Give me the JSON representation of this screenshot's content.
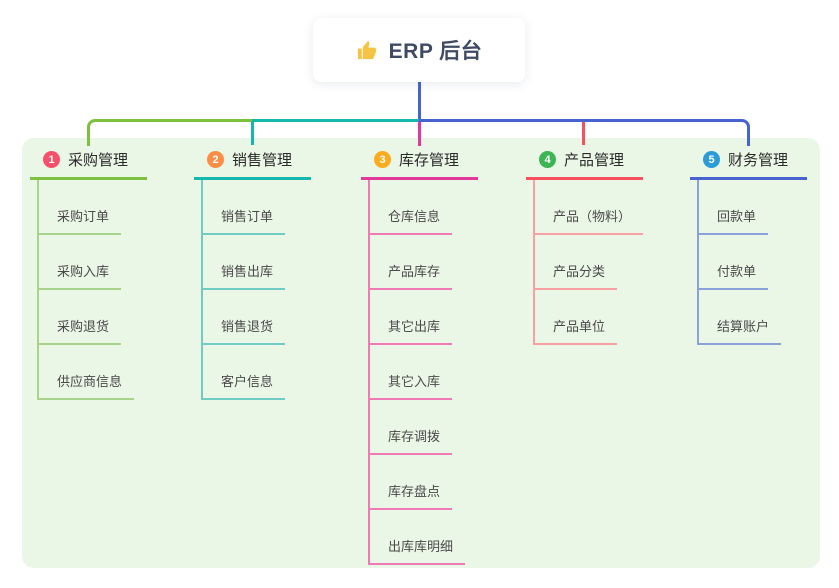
{
  "root": {
    "icon": "thumbs-up",
    "label": "ERP 后台"
  },
  "panel_color": "#eaf6e6",
  "connector": {
    "root_line_color": "#4663d0"
  },
  "branches": [
    {
      "num": "1",
      "title": "采购管理",
      "colors": {
        "badge": "#f8506a",
        "line": "#7cc23e",
        "child_line": "#a8d38b"
      },
      "children": [
        "采购订单",
        "采购入库",
        "采购退货",
        "供应商信息"
      ]
    },
    {
      "num": "2",
      "title": "销售管理",
      "colors": {
        "badge": "#fd8e44",
        "line": "#14b8ac",
        "child_line": "#6fccc4"
      },
      "children": [
        "销售订单",
        "销售出库",
        "销售退货",
        "客户信息"
      ]
    },
    {
      "num": "3",
      "title": "库存管理",
      "colors": {
        "badge": "#fbab1c",
        "line": "#e23a9b",
        "child_line": "#f07ab5"
      },
      "children": [
        "仓库信息",
        "产品库存",
        "其它出库",
        "其它入库",
        "库存调拨",
        "库存盘点",
        "出库库明细"
      ]
    },
    {
      "num": "4",
      "title": "产品管理",
      "colors": {
        "badge": "#3cb554",
        "line": "#f8505f",
        "child_line": "#f9a0a4"
      },
      "children": [
        "产品（物料）",
        "产品分类",
        "产品单位"
      ]
    },
    {
      "num": "5",
      "title": "财务管理",
      "colors": {
        "badge": "#2b9cd8",
        "line": "#4663d0",
        "child_line": "#8aa1d9"
      },
      "children": [
        "回款单",
        "付款单",
        "结算账户"
      ]
    }
  ]
}
